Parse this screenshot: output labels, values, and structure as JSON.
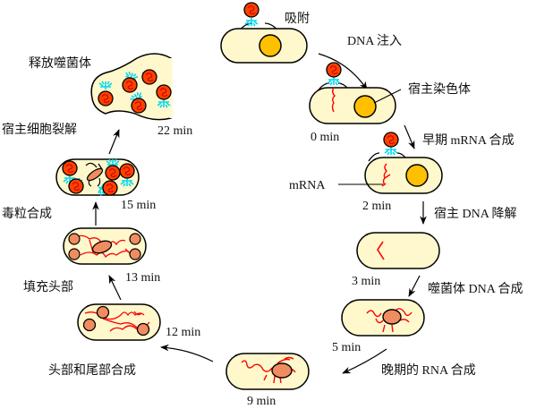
{
  "title": "T4 噬菌体感染周期",
  "colors": {
    "cell_fill": "#fff8cc",
    "cell_stroke": "#000000",
    "host_chromosome": "#ffc000",
    "phage_head": "#ff4000",
    "phage_dna": "#ff0000",
    "tail_fiber": "#00d8f0",
    "phage_dna_core": "#f08c60"
  },
  "steps": [
    {
      "id": "adsorption",
      "process_label": "吸附",
      "time": ""
    },
    {
      "id": "dna-injection",
      "process_label": "DNA 注入",
      "time": "0 min",
      "callout": "宿主染色体"
    },
    {
      "id": "early-mrna",
      "process_label": "早期 mRNA 合成",
      "time": "2 min",
      "callout": "mRNA"
    },
    {
      "id": "host-dna-degradation",
      "process_label": "宿主 DNA 降解",
      "time": "3 min"
    },
    {
      "id": "phage-dna-synthesis",
      "process_label": "噬菌体 DNA 合成",
      "time": "5 min"
    },
    {
      "id": "late-rna",
      "process_label": "晚期的 RNA 合成",
      "time": "9 min"
    },
    {
      "id": "head-tail-synthesis",
      "process_label": "头部和尾部合成",
      "time": "12 min"
    },
    {
      "id": "head-filling",
      "process_label": "填充头部",
      "time": "13 min"
    },
    {
      "id": "virion-assembly",
      "process_label": "毒粒合成",
      "time": "15 min"
    },
    {
      "id": "host-lysis",
      "process_label": "宿主细胞裂解",
      "time": "22 min"
    },
    {
      "id": "phage-release",
      "process_label": "释放噬菌体",
      "time": ""
    }
  ]
}
